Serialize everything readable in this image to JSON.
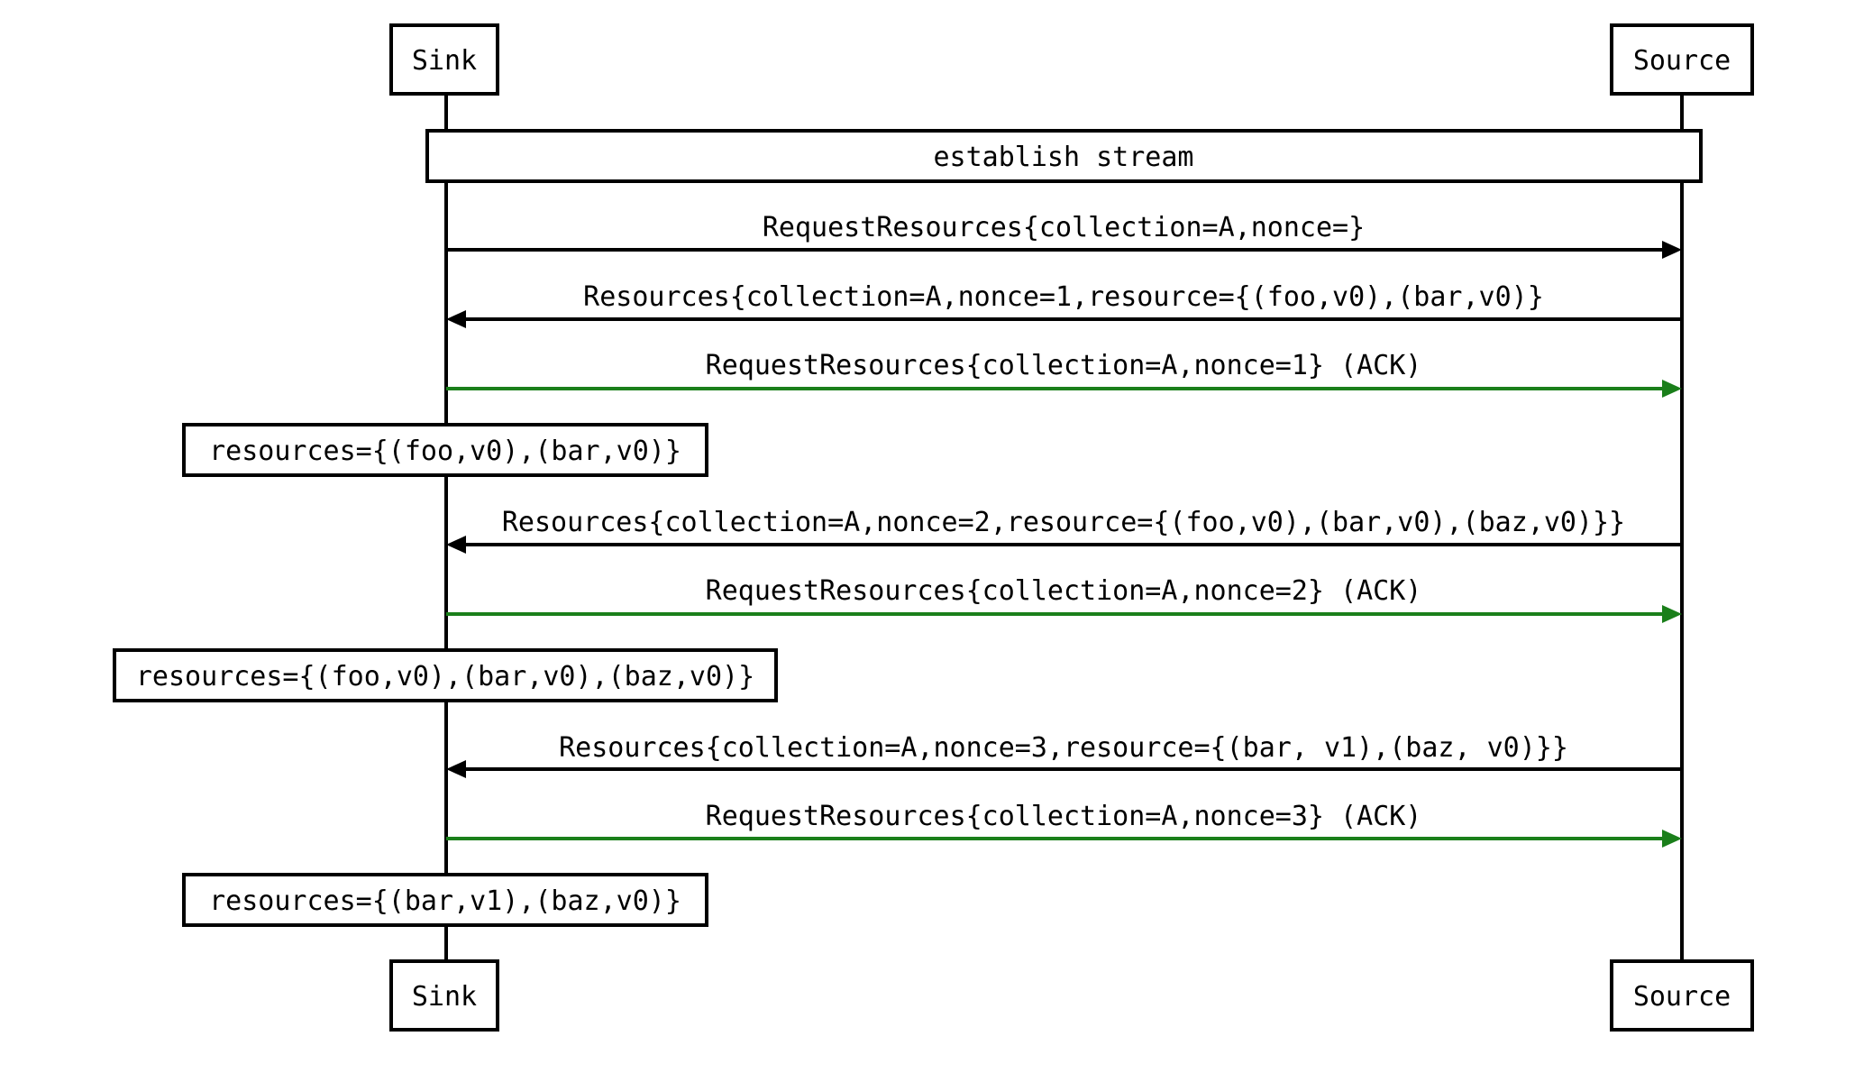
{
  "participants": {
    "sink": "Sink",
    "source": "Source"
  },
  "establish": "establish stream",
  "messages": [
    {
      "text": "RequestResources{collection=A,nonce=}",
      "from": "sink",
      "to": "source",
      "color": "#000000"
    },
    {
      "text": "Resources{collection=A,nonce=1,resource={(foo,v0),(bar,v0)}",
      "from": "source",
      "to": "sink",
      "color": "#000000"
    },
    {
      "text": "RequestResources{collection=A,nonce=1} (ACK)",
      "from": "sink",
      "to": "source",
      "color": "#1a7f1a"
    },
    {
      "text": "Resources{collection=A,nonce=2,resource={(foo,v0),(bar,v0),(baz,v0)}}",
      "from": "source",
      "to": "sink",
      "color": "#000000"
    },
    {
      "text": "RequestResources{collection=A,nonce=2} (ACK)",
      "from": "sink",
      "to": "source",
      "color": "#1a7f1a"
    },
    {
      "text": "Resources{collection=A,nonce=3,resource={(bar, v1),(baz, v0)}}",
      "from": "source",
      "to": "sink",
      "color": "#000000"
    },
    {
      "text": "RequestResources{collection=A,nonce=3} (ACK)",
      "from": "sink",
      "to": "source",
      "color": "#1a7f1a"
    }
  ],
  "notes": [
    "resources={(foo,v0),(bar,v0)}",
    "resources={(foo,v0),(bar,v0),(baz,v0)}",
    "resources={(bar,v1),(baz,v0)}"
  ]
}
